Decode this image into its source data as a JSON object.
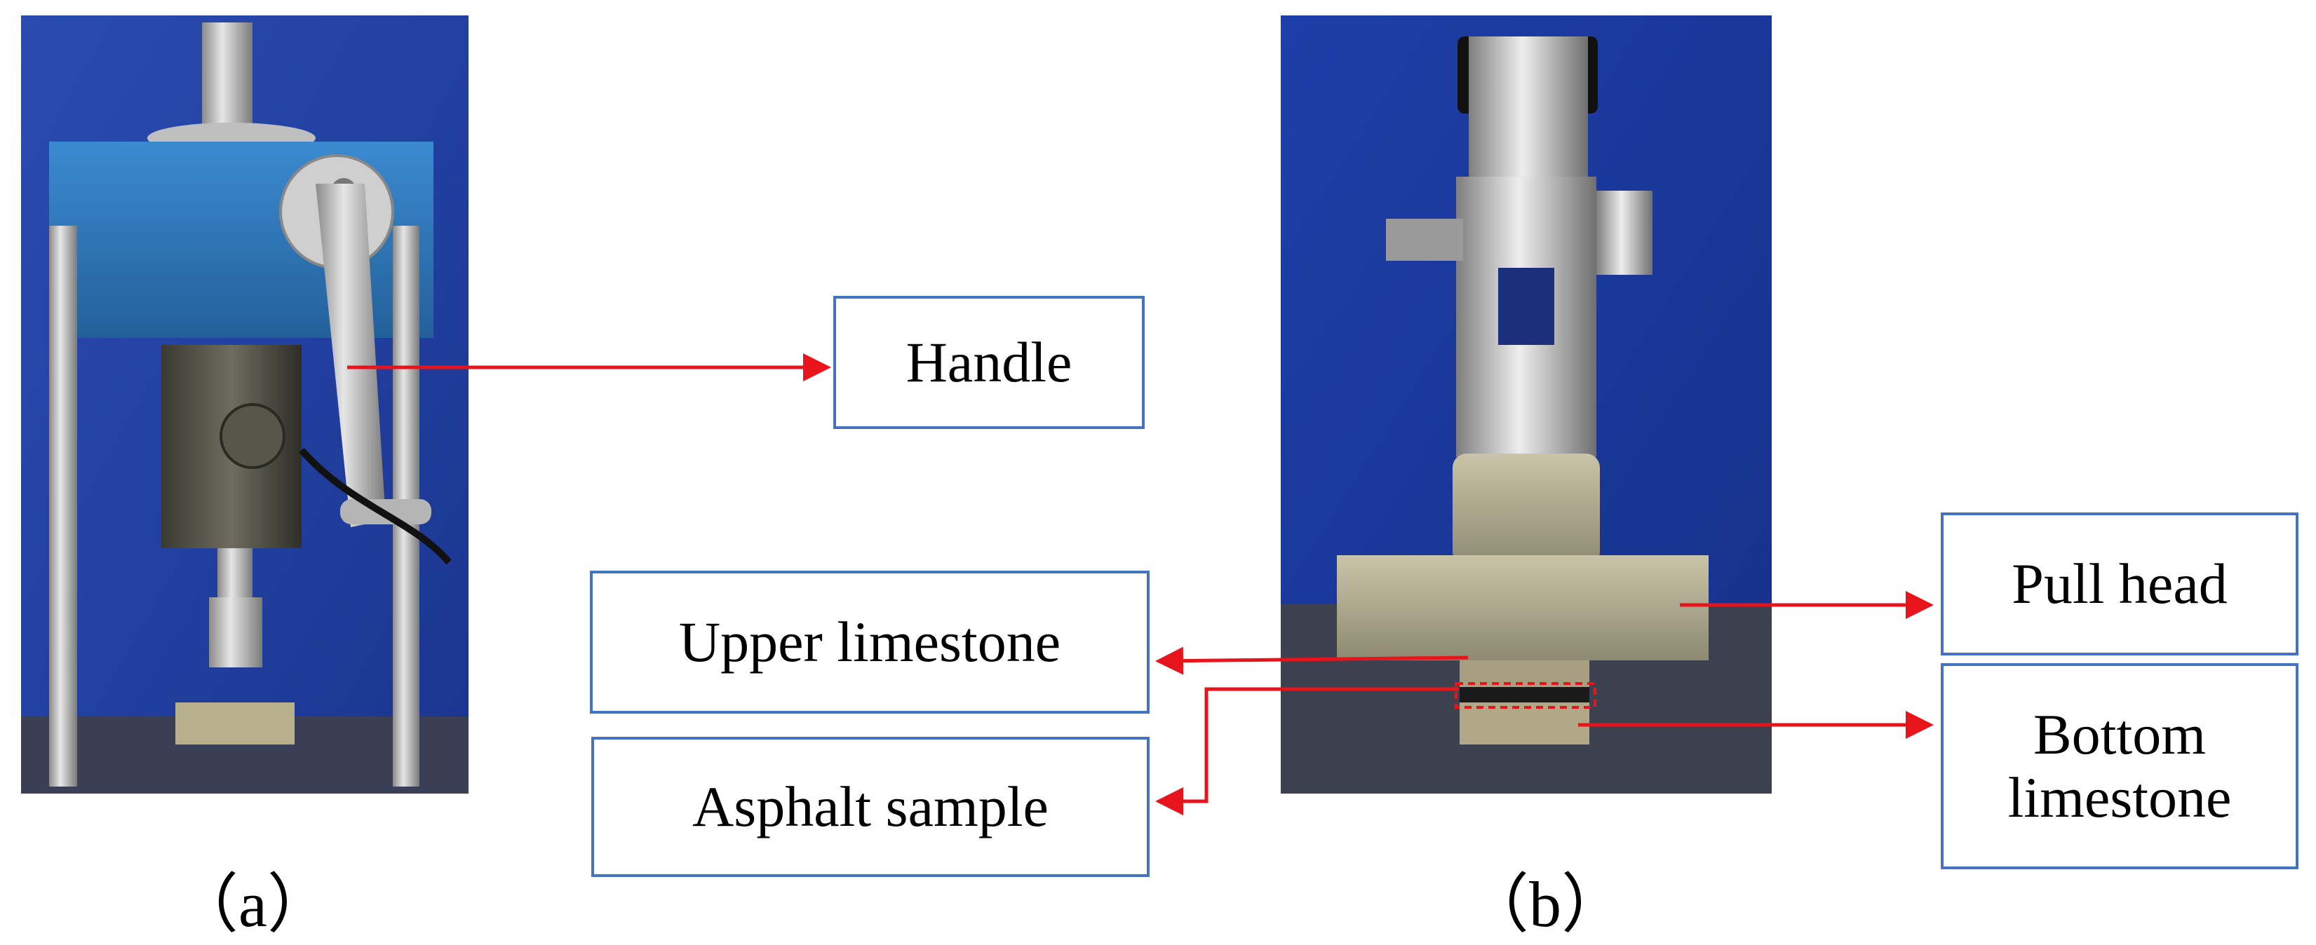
{
  "labels": {
    "handle": "Handle",
    "upper_limestone": "Upper limestone",
    "asphalt_sample": "Asphalt sample",
    "pull_head": "Pull head",
    "bottom_limestone_line1": "Bottom",
    "bottom_limestone_line2": "limestone"
  },
  "captions": {
    "a": "（a）",
    "b": "（b）"
  },
  "colors": {
    "arrow": "#e8141c",
    "box_border": "#4472c4",
    "background_blue": "#1f3f9e",
    "device_blue": "#2f79b8"
  }
}
